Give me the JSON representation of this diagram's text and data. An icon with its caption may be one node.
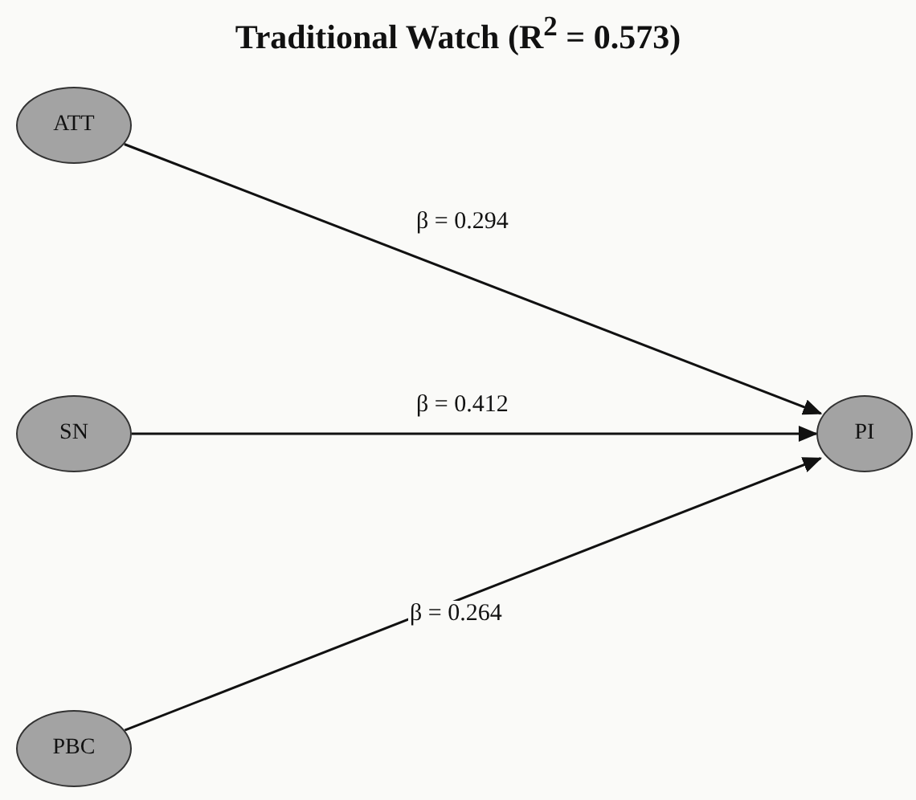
{
  "diagram": {
    "title": "Traditional Watch (R$^{2}$ = 0.573)",
    "nodes": [
      {
        "text": [
          "ATT"
        ]
      },
      {
        "text": [
          "SN"
        ]
      },
      {
        "text": [
          "PBC"
        ]
      },
      {
        "text": [
          "PI"
        ]
      }
    ],
    "edges": [
      {
        "from": 0,
        "to": 3,
        "arrow": "to",
        "label": "β = 0.294"
      },
      {
        "from": 1,
        "to": 3,
        "arrow": "to",
        "label": "β = 0.412"
      },
      {
        "from": 2,
        "to": 3,
        "arrow": "to",
        "label": "β = 0.264"
      }
    ]
  }
}
